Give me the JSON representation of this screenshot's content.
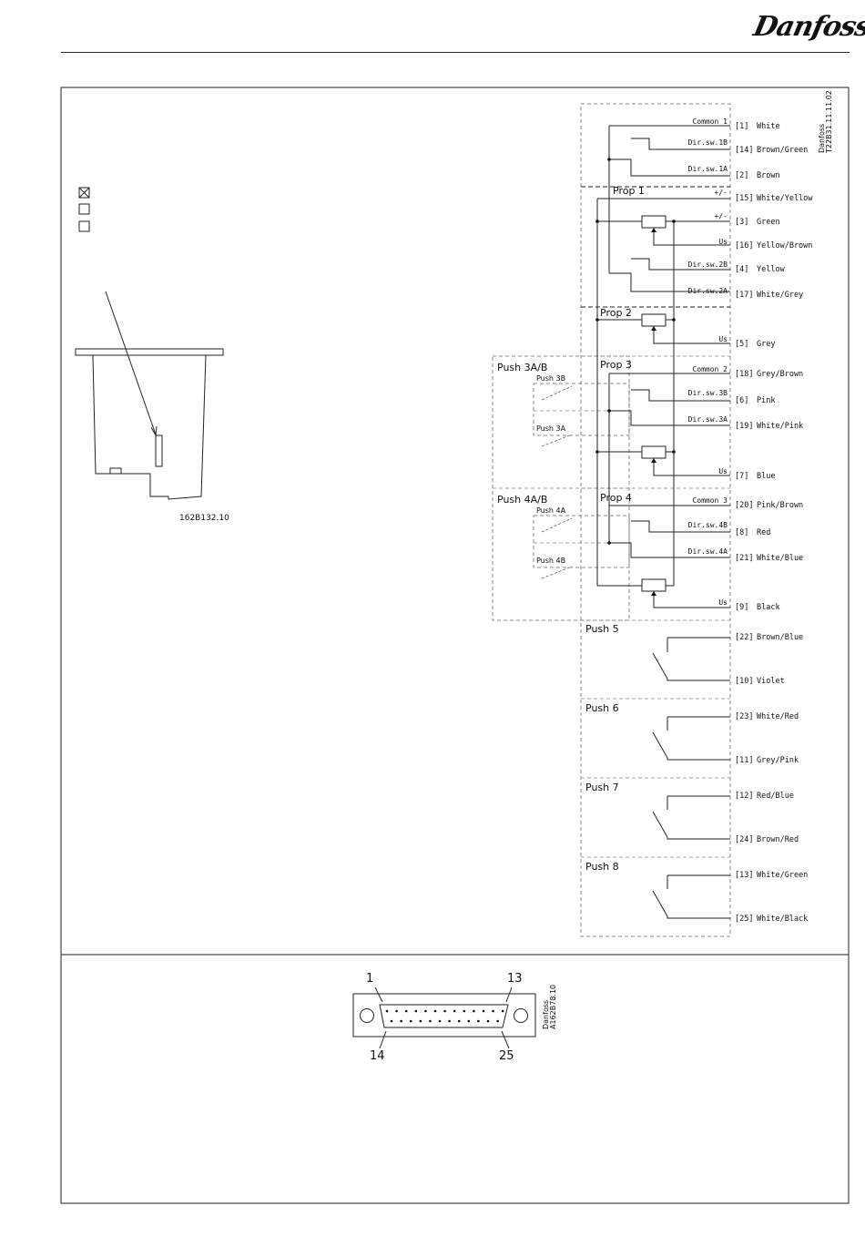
{
  "brand": {
    "logo_text": "Danfoss"
  },
  "diagram": {
    "drawing_ref": "Danfoss\nT22B31.11.11.02",
    "housing_ref": "162B132.10",
    "connector_ref": "Danfoss\nA162B78.10",
    "checkboxes": [
      true,
      false,
      false
    ],
    "pins": [
      {
        "n": "[1]",
        "color": "White"
      },
      {
        "n": "[14]",
        "color": "Brown/Green"
      },
      {
        "n": "[2]",
        "color": "Brown"
      },
      {
        "n": "[15]",
        "color": "White/Yellow"
      },
      {
        "n": "[3]",
        "color": "Green"
      },
      {
        "n": "[16]",
        "color": "Yellow/Brown"
      },
      {
        "n": "[4]",
        "color": "Yellow"
      },
      {
        "n": "[17]",
        "color": "White/Grey"
      },
      {
        "n": "[5]",
        "color": "Grey"
      },
      {
        "n": "[18]",
        "color": "Grey/Brown"
      },
      {
        "n": "[6]",
        "color": "Pink"
      },
      {
        "n": "[19]",
        "color": "White/Pink"
      },
      {
        "n": "[7]",
        "color": "Blue"
      },
      {
        "n": "[20]",
        "color": "Pink/Brown"
      },
      {
        "n": "[8]",
        "color": "Red"
      },
      {
        "n": "[21]",
        "color": "White/Blue"
      },
      {
        "n": "[9]",
        "color": "Black"
      },
      {
        "n": "[22]",
        "color": "Brown/Blue"
      },
      {
        "n": "[10]",
        "color": "Violet"
      },
      {
        "n": "[23]",
        "color": "White/Red"
      },
      {
        "n": "[11]",
        "color": "Grey/Pink"
      },
      {
        "n": "[12]",
        "color": "Red/Blue"
      },
      {
        "n": "[24]",
        "color": "Brown/Red"
      },
      {
        "n": "[13]",
        "color": "White/Green"
      },
      {
        "n": "[25]",
        "color": "White/Black"
      }
    ],
    "signals": [
      "Common 1",
      "Dir.sw.1B",
      "Dir.sw.1A",
      "+/-",
      "+/-",
      "Us",
      "Dir.sw.2B",
      "Dir.sw.2A",
      "Us",
      "Common 2",
      "Dir.sw.3B",
      "Dir.sw.3A",
      "Us",
      "Common 3",
      "Dir.sw.4B",
      "Dir.sw.4A",
      "Us"
    ],
    "blocks": {
      "prop1": "Prop 1",
      "prop2": "Prop 2",
      "prop3": "Prop 3",
      "prop4": "Prop 4",
      "push3ab": "Push 3A/B",
      "push3b": "Push 3B",
      "push3a": "Push 3A",
      "push4ab": "Push 4A/B",
      "push4a": "Push 4A",
      "push4b": "Push 4B",
      "push5": "Push 5",
      "push6": "Push 6",
      "push7": "Push 7",
      "push8": "Push 8"
    },
    "connector_pins": {
      "p1": "1",
      "p13": "13",
      "p14": "14",
      "p25": "25"
    }
  }
}
